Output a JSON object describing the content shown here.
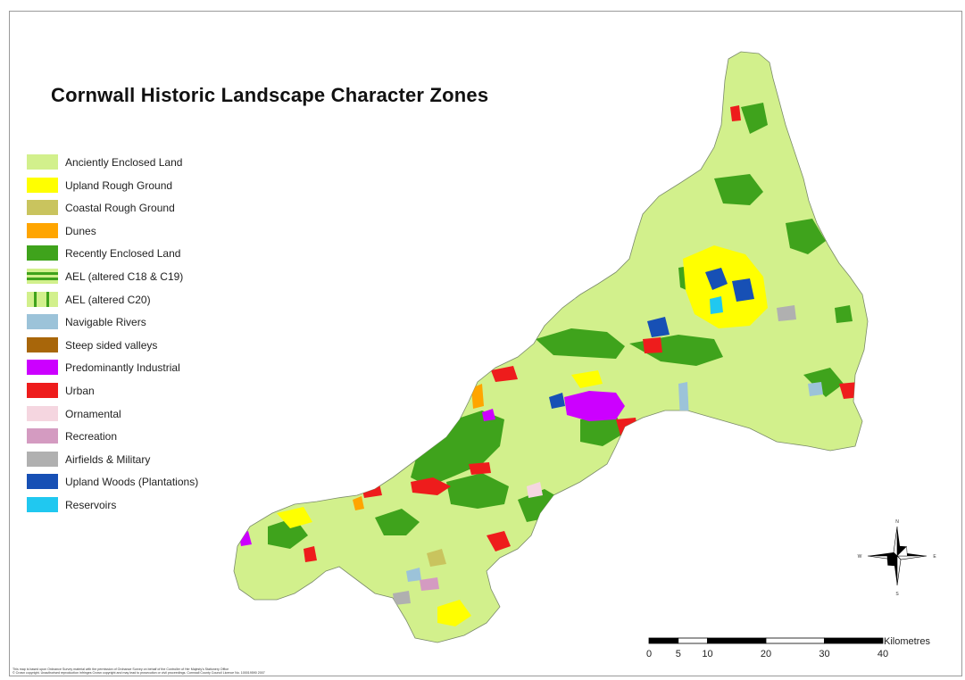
{
  "title": "Cornwall Historic Landscape Character Zones",
  "legend": [
    {
      "label": "Anciently Enclosed Land",
      "color": "#d2f08c",
      "pattern": "solid"
    },
    {
      "label": "Upland Rough Ground",
      "color": "#ffff00",
      "pattern": "solid"
    },
    {
      "label": "Coastal Rough Ground",
      "color": "#c9c45e",
      "pattern": "solid"
    },
    {
      "label": "Dunes",
      "color": "#ffa500",
      "pattern": "solid"
    },
    {
      "label": "Recently Enclosed Land",
      "color": "#3fa31c",
      "pattern": "solid"
    },
    {
      "label": "AEL (altered C18 & C19)",
      "color": "#d2f08c",
      "pattern": "horizontal-stripes",
      "stripe_color": "#3fa31c"
    },
    {
      "label": "AEL (altered C20)",
      "color": "#d2f08c",
      "pattern": "vertical-stripes",
      "stripe_color": "#3fa31c"
    },
    {
      "label": "Navigable Rivers",
      "color": "#9cc3d9",
      "pattern": "solid"
    },
    {
      "label": "Steep sided valleys",
      "color": "#a8660a",
      "pattern": "solid"
    },
    {
      "label": "Predominantly Industrial",
      "color": "#cc00ff",
      "pattern": "solid"
    },
    {
      "label": "Urban",
      "color": "#ee1c1c",
      "pattern": "solid"
    },
    {
      "label": "Ornamental",
      "color": "#f5d6e0",
      "pattern": "solid"
    },
    {
      "label": "Recreation",
      "color": "#d49bc1",
      "pattern": "solid"
    },
    {
      "label": "Airfields & Military",
      "color": "#b0b0b0",
      "pattern": "solid"
    },
    {
      "label": "Upland Woods (Plantations)",
      "color": "#1750b5",
      "pattern": "solid"
    },
    {
      "label": "Reservoirs",
      "color": "#20c8f0",
      "pattern": "solid"
    }
  ],
  "scale": {
    "units": "Kilometres",
    "ticks": [
      "0",
      "5",
      "10",
      "20",
      "30",
      "40"
    ],
    "tick_values": [
      0,
      5,
      10,
      20,
      30,
      40
    ]
  },
  "compass": {
    "n": "N",
    "s": "S",
    "e": "E",
    "w": "W"
  },
  "credits": [
    "This map is based upon Ordnance Survey material with the permission of Ordnance Survey on behalf of the Controller of Her Majesty's Stationery Office",
    "© Crown copyright. Unauthorised reproduction infringes Crown copyright and may lead to prosecution or civil proceedings. Cornwall County Council Licence No. 100019590 2007"
  ]
}
